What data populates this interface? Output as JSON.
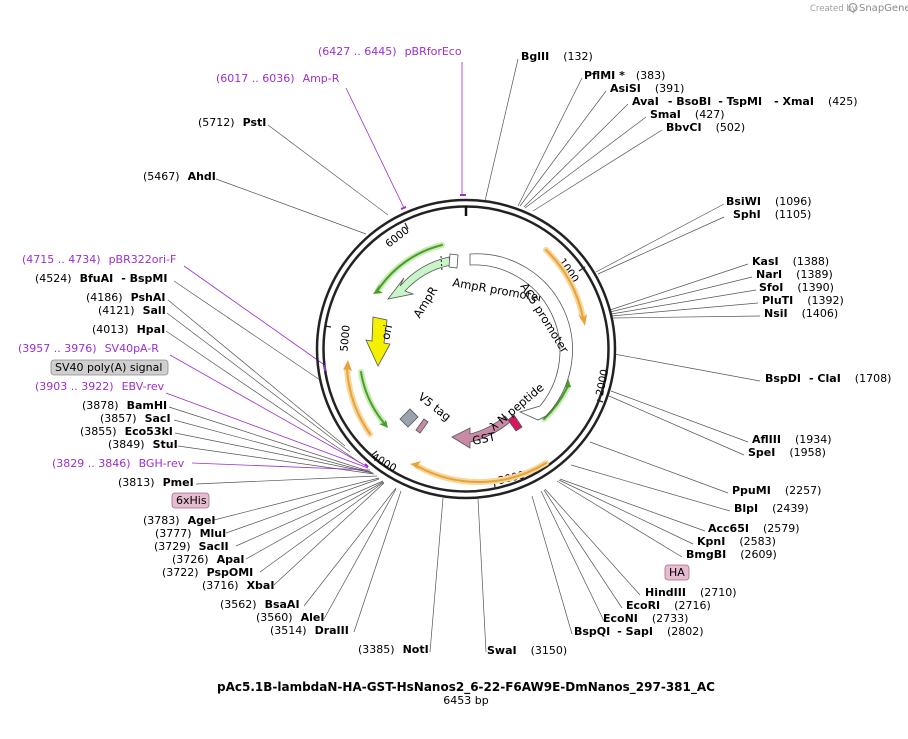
{
  "brand": {
    "created_by": "Created by",
    "app": "SnapGene"
  },
  "plasmid": {
    "name": "pAc5.1B-lambdaN-HA-GST-HsNanos2_6-22-F6AW9E-DmNanos_297-381_AC",
    "size": "6453 bp"
  },
  "ticks": [
    "1000",
    "2000",
    "3000",
    "4000",
    "5000",
    "6000"
  ],
  "features": {
    "ampr": "AmpR",
    "ampr_promoter": "AmpR promoter",
    "ac5_promoter": "AC5 promoter",
    "ori": "ori",
    "v5": "V5 tag",
    "lambda_n": "λ N peptide",
    "gst": "GST"
  },
  "sites_right": [
    {
      "name": "BglII",
      "pos": "(132)"
    },
    {
      "name": "PflMI *",
      "pos": "(383)"
    },
    {
      "name": "AsiSI",
      "pos": "(391)"
    },
    {
      "name": "AvaI",
      "extra": [
        "- BsoBI",
        "- TspMI",
        "- XmaI"
      ],
      "pos": "(425)"
    },
    {
      "name": "SmaI",
      "pos": "(427)"
    },
    {
      "name": "BbvCI",
      "pos": "(502)"
    },
    {
      "name": "BsiWI",
      "pos": "(1096)"
    },
    {
      "name": "SphI",
      "pos": "(1105)"
    },
    {
      "name": "KasI",
      "pos": "(1388)"
    },
    {
      "name": "NarI",
      "pos": "(1389)"
    },
    {
      "name": "SfoI",
      "pos": "(1390)"
    },
    {
      "name": "PluTI",
      "pos": "(1392)"
    },
    {
      "name": "NsiI",
      "pos": "(1406)"
    },
    {
      "name": "BspDI",
      "extra": [
        "- ClaI"
      ],
      "pos": "(1708)"
    },
    {
      "name": "AflIII",
      "pos": "(1934)"
    },
    {
      "name": "SpeI",
      "pos": "(1958)"
    },
    {
      "name": "PpuMI",
      "pos": "(2257)"
    },
    {
      "name": "BlpI",
      "pos": "(2439)"
    },
    {
      "name": "Acc65I",
      "pos": "(2579)"
    },
    {
      "name": "KpnI",
      "pos": "(2583)"
    },
    {
      "name": "BmgBI",
      "pos": "(2609)"
    },
    {
      "name": "HindIII",
      "pos": "(2710)"
    },
    {
      "name": "EcoRI",
      "pos": "(2716)"
    },
    {
      "name": "EcoNI",
      "pos": "(2733)"
    },
    {
      "name": "BspQI",
      "extra": [
        "- SapI"
      ],
      "pos": "(2802)"
    },
    {
      "name": "SwaI",
      "pos": "(3150)"
    }
  ],
  "sites_left": [
    {
      "name": "PstI",
      "pos": "(5712)"
    },
    {
      "name": "AhdI",
      "pos": "(5467)"
    },
    {
      "name": "BfuAI",
      "extra": [
        "- BspMI"
      ],
      "pos": "(4524)"
    },
    {
      "name": "PshAI",
      "pos": "(4186)"
    },
    {
      "name": "SalI",
      "pos": "(4121)"
    },
    {
      "name": "HpaI",
      "pos": "(4013)"
    },
    {
      "name": "BamHI",
      "pos": "(3878)"
    },
    {
      "name": "SacI",
      "pos": "(3857)"
    },
    {
      "name": "Eco53kI",
      "pos": "(3855)"
    },
    {
      "name": "StuI",
      "pos": "(3849)"
    },
    {
      "name": "PmeI",
      "pos": "(3813)"
    },
    {
      "name": "AgeI",
      "pos": "(3783)"
    },
    {
      "name": "MluI",
      "pos": "(3777)"
    },
    {
      "name": "SacII",
      "pos": "(3729)"
    },
    {
      "name": "ApaI",
      "pos": "(3726)"
    },
    {
      "name": "PspOMI",
      "pos": "(3722)"
    },
    {
      "name": "XbaI",
      "pos": "(3716)"
    },
    {
      "name": "BsaAI",
      "pos": "(3562)"
    },
    {
      "name": "AleI",
      "pos": "(3560)"
    },
    {
      "name": "DraIII",
      "pos": "(3514)"
    },
    {
      "name": "NotI",
      "pos": "(3385)"
    }
  ],
  "primers": [
    {
      "range": "(6427 .. 6445)",
      "name": "pBRforEco"
    },
    {
      "range": "(6017 .. 6036)",
      "name": "Amp-R"
    },
    {
      "range": "(4715 .. 4734)",
      "name": "pBR322ori-F"
    },
    {
      "range": "(3957 .. 3976)",
      "name": "SV40pA-R"
    },
    {
      "range": "(3903 .. 3922)",
      "name": "EBV-rev"
    },
    {
      "range": "(3829 .. 3846)",
      "name": "BGH-rev"
    }
  ],
  "boxed": {
    "sv40": "SV40 poly(A) signal",
    "his": "6xHis",
    "ha": "HA"
  },
  "colors": {
    "primer": "#9a2fd0",
    "orf": "#f2b84b",
    "green": "#6cc04a",
    "ampr_fill": "#c8f5c8",
    "ori": "#f5f000",
    "gst": "#c98aa8",
    "v5": "#9aa3ad",
    "backbone": "#222222"
  }
}
